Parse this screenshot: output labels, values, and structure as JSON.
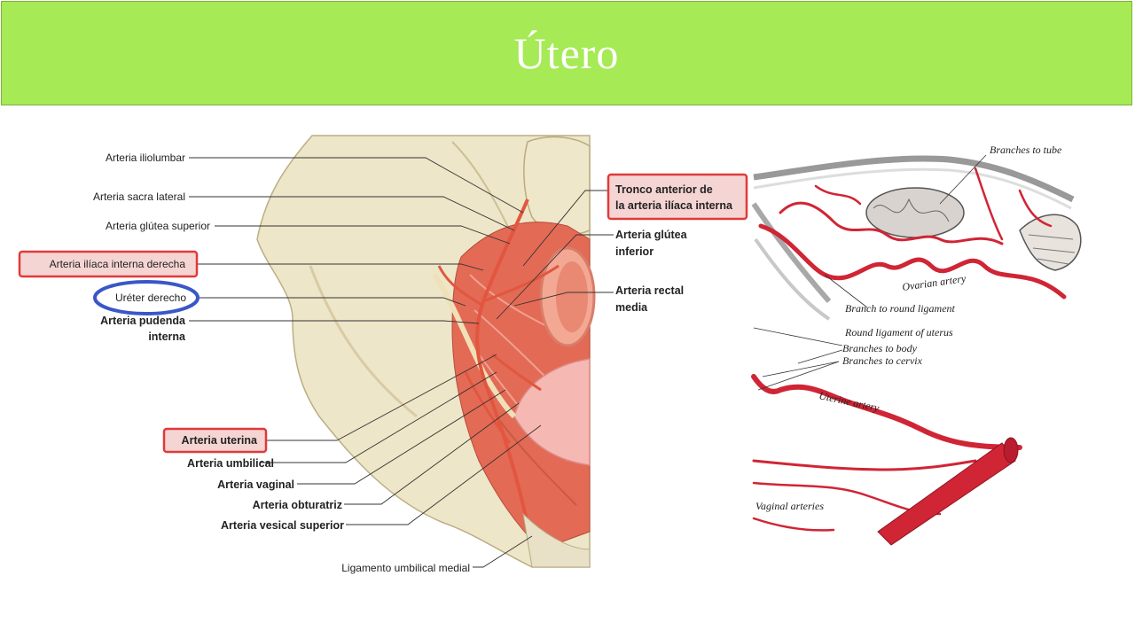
{
  "title": "Útero",
  "left_diagram": {
    "labels_left": [
      "Arteria iliolumbar",
      "Arteria sacra lateral",
      "Arteria glútea superior",
      "Arteria ilíaca interna derecha",
      "Uréter derecho",
      "Arteria pudenda",
      "interna",
      "Arteria uterina",
      "Arteria umbilical",
      "Arteria vaginal",
      "Arteria obturatriz",
      "Arteria vesical superior",
      "Ligamento umbilical medial"
    ],
    "labels_right": [
      "Tronco anterior de",
      "la arteria ilíaca interna",
      "Arteria glútea",
      "inferior",
      "Arteria rectal",
      "media"
    ]
  },
  "right_diagram": {
    "labels": [
      "Branches to tube",
      "Ovarian artery",
      "Branch to round ligament",
      "Round ligament of uterus",
      "Branches to body",
      "Branches to cervix",
      "Uterine artery",
      "Vaginal arteries"
    ]
  },
  "colors": {
    "title_bar": "#a6ea55",
    "highlight_red": "#e03a3a",
    "highlight_blue": "#3a56c8",
    "artery_red": "#d02535"
  }
}
